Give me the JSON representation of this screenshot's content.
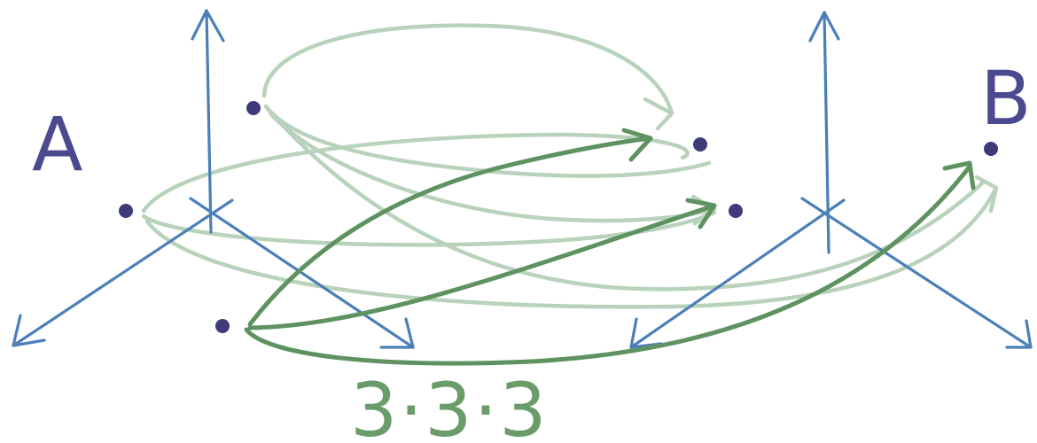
{
  "labels": {
    "point_a": "A",
    "point_b": "B",
    "caption": "3·3·3"
  },
  "colors": {
    "axes": "#4a7fb8",
    "path_faded": "#b9d2bb",
    "path_highlighted": "#5e9361",
    "points": "#3f3a7a",
    "caption": "#6a9c6a",
    "letters": "#4c4a8f"
  }
}
